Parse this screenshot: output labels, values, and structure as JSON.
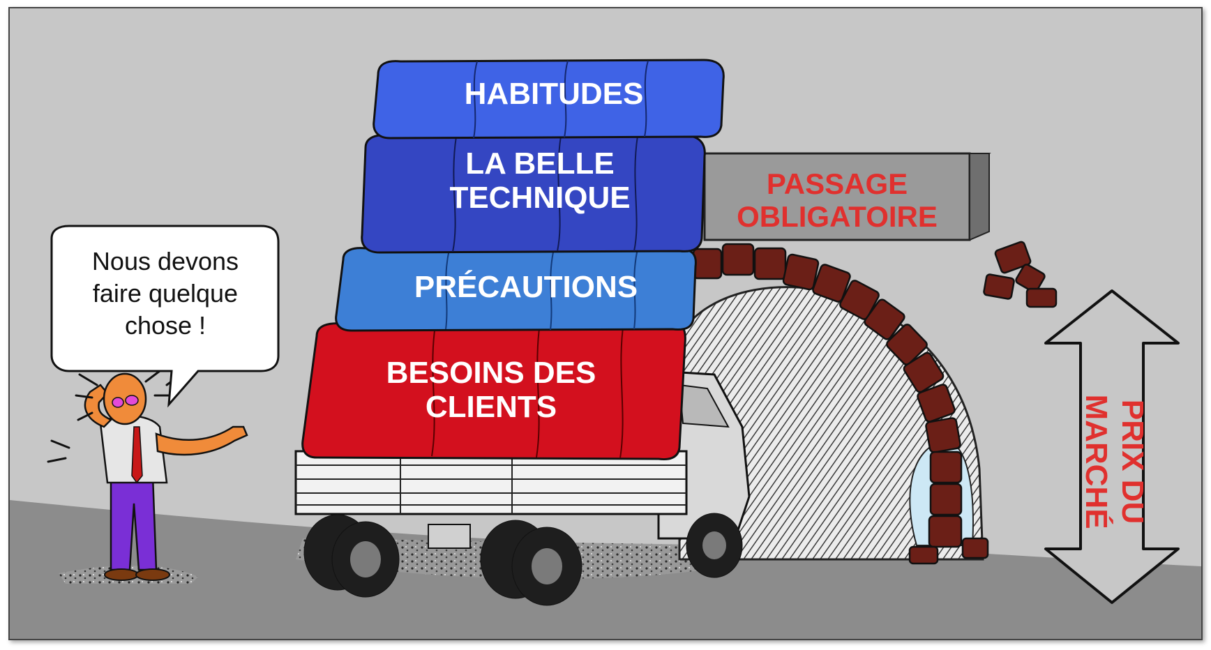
{
  "labels": {
    "habitudes": "HABITUDES",
    "belle_technique": "LA BELLE\nTECHNIQUE",
    "precautions": "PRÉCAUTIONS",
    "besoins": "BESOINS DES\nCLIENTS",
    "passage": "PASSAGE\nOBLIGATOIRE",
    "prix": "PRIX DU\nMARCHÉ"
  },
  "speech_bubble": {
    "text": "Nous devons\nfaire quelque\nchose !"
  },
  "colors": {
    "sky": "#c7c7c7",
    "ground": "#8c8c8c",
    "habitudes_bag": "#3f63e6",
    "belle_technique_bag": "#3446c2",
    "precautions_bag": "#3d7fd6",
    "besoins_bag": "#d3101e",
    "label_red": "#e0302e",
    "brick": "#6b1f17",
    "tunnel_light": "#cde8f5"
  }
}
